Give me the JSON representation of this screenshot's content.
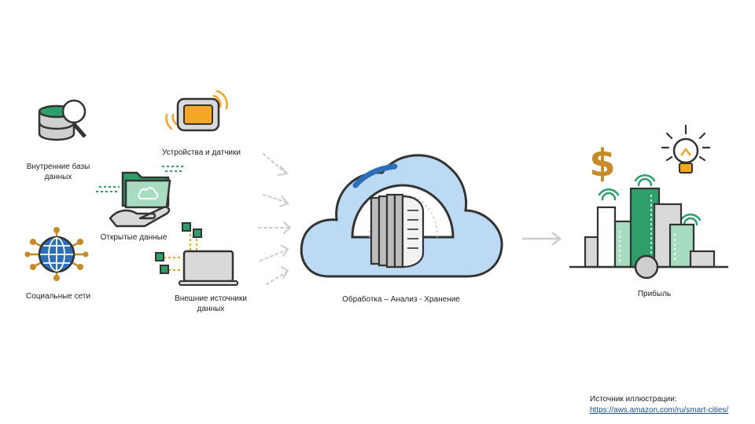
{
  "sources": {
    "internal_db": "Внутренние базы данных",
    "devices": "Устройства и датчики",
    "open_data": "Открытые данные",
    "social": "Социальные сети",
    "external": "Внешние источники данных"
  },
  "processing_label": "Обработка – Анализ - Хранение",
  "profit_label": "Прибыль",
  "source_note": {
    "caption": "Источник иллюстрации:",
    "url": "https://aws.amazon.com/ru/smart-cities/"
  },
  "colors": {
    "green": "#2e9e6b",
    "light_green": "#a8dcc0",
    "orange": "#f5a623",
    "gold": "#c68a2a",
    "cloud": "#bcdaf3",
    "cloud_stroke": "#333333",
    "gray": "#cfcfcf",
    "blue": "#2e6fba",
    "dots": "#cccccc"
  },
  "icons": {
    "internal_db": "database-search-icon",
    "devices": "wireless-device-icon",
    "open_data": "folder-hand-icon",
    "social": "globe-network-icon",
    "external": "laptop-network-icon",
    "processing": "cloud-server-icon",
    "profit": "city-profit-icon"
  }
}
